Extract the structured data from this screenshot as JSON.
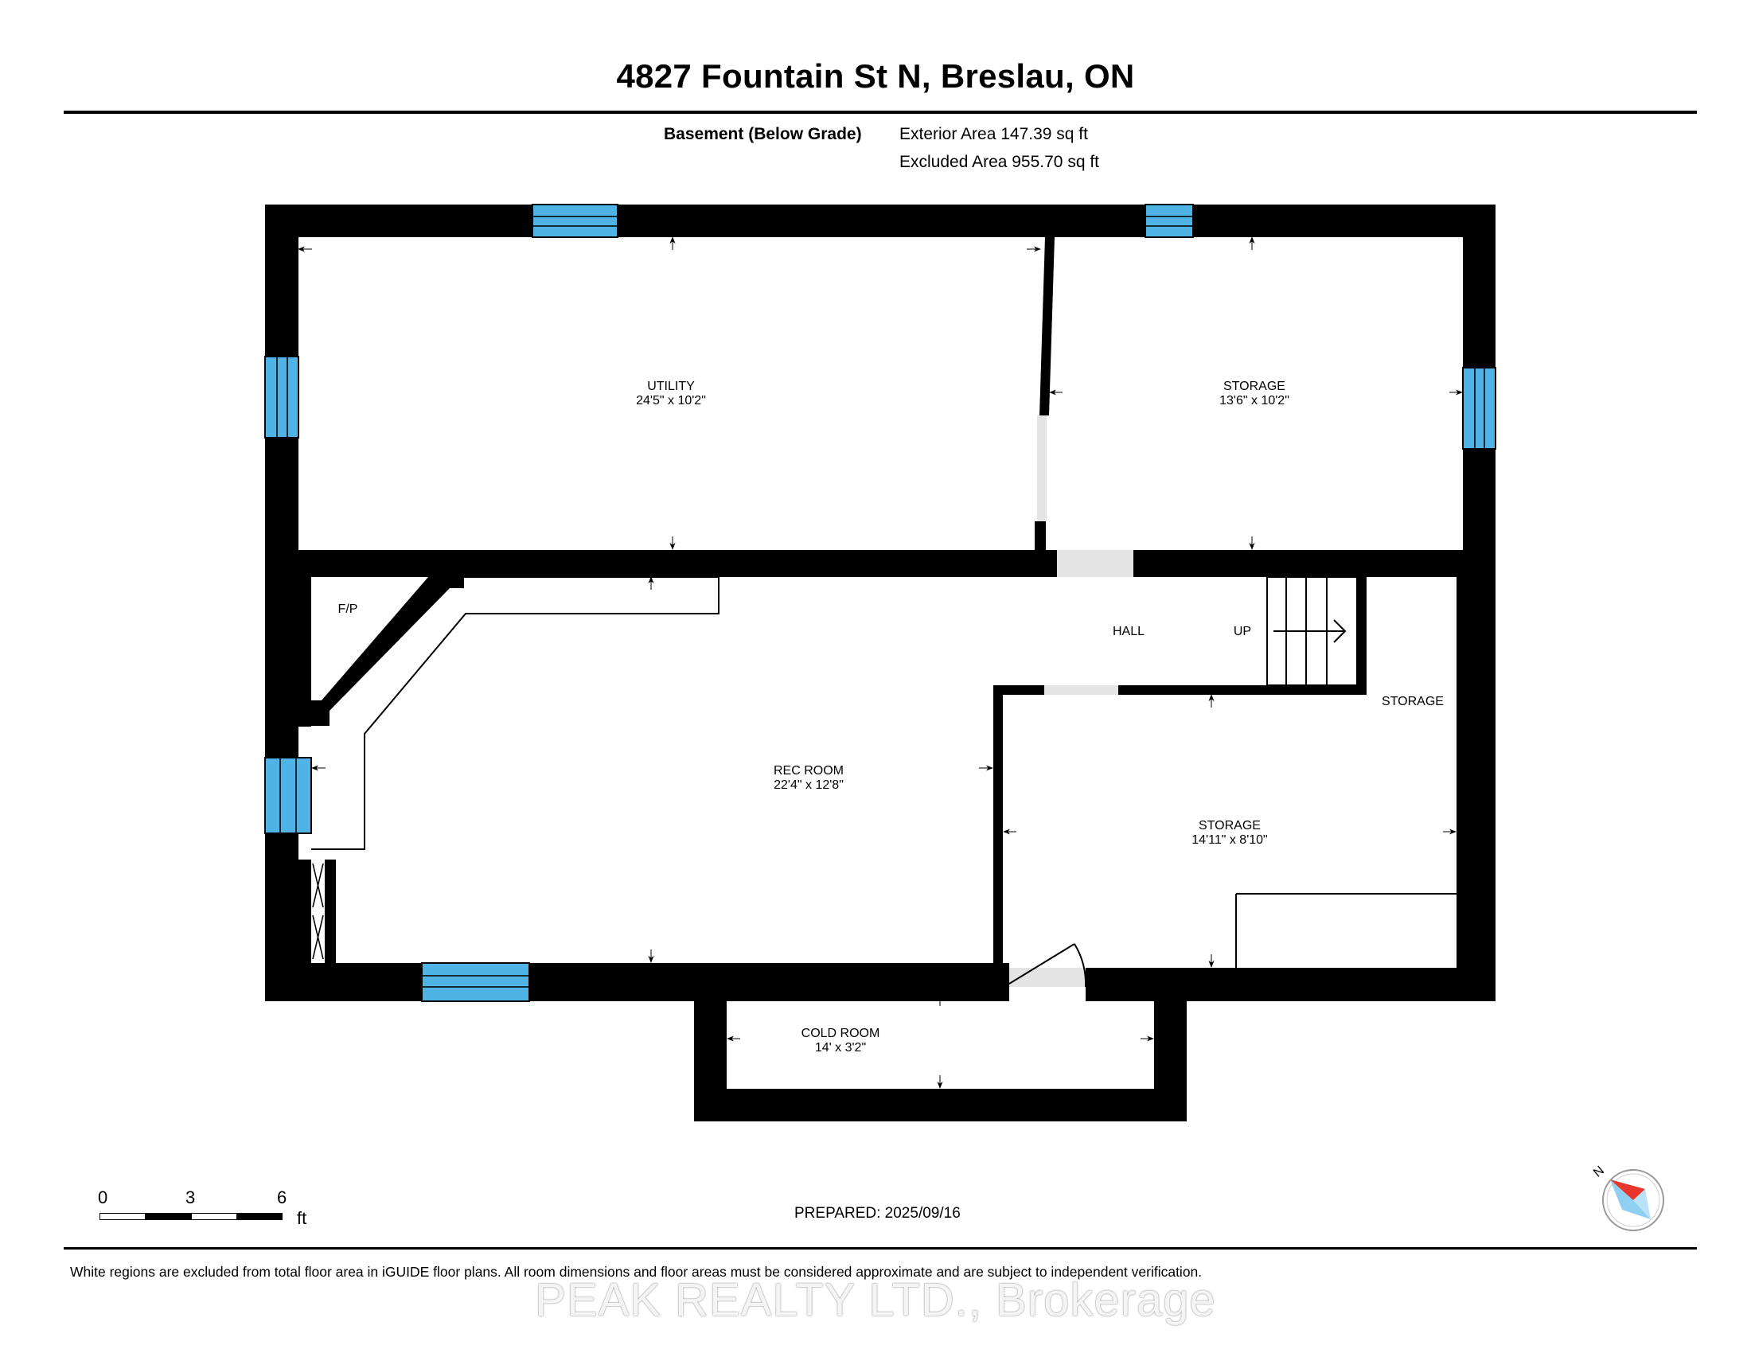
{
  "header": {
    "title": "4827 Fountain St N, Breslau, ON",
    "floor_label": "Basement (Below Grade)",
    "exterior_area": "Exterior Area 147.39 sq ft",
    "excluded_area": "Excluded Area 955.70 sq ft"
  },
  "rooms": {
    "utility": {
      "name": "UTILITY",
      "size": "24'5\" x 10'2\""
    },
    "storage_ne": {
      "name": "STORAGE",
      "size": "13'6\" x 10'2\""
    },
    "rec_room": {
      "name": "REC ROOM",
      "size": "22'4\" x 12'8\""
    },
    "storage_se": {
      "name": "STORAGE",
      "size": "14'11\" x 8'10\""
    },
    "cold_room": {
      "name": "COLD ROOM",
      "size": "14' x 3'2\""
    },
    "hall": {
      "name": "HALL"
    },
    "stairs": {
      "label": "UP"
    },
    "fireplace": {
      "label": "F/P"
    },
    "storage_closet": {
      "name": "STORAGE"
    }
  },
  "scale": {
    "ticks": [
      "0",
      "3",
      "6"
    ],
    "unit": "ft"
  },
  "prepared": "PREPARED: 2025/09/16",
  "footer": {
    "disclaimer": "White regions are excluded from total floor area in iGUIDE floor plans. All room dimensions and floor areas must be considered approximate and are subject to independent verification.",
    "watermark": "PEAK REALTY LTD., Brokerage"
  },
  "compass": {
    "label": "N"
  },
  "colors": {
    "wall": "#000000",
    "window": "#4fb3e5",
    "door_opening": "#e4e4e4"
  }
}
